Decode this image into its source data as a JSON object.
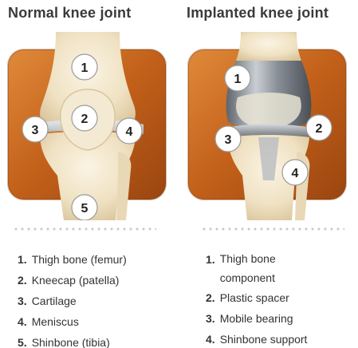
{
  "normal": {
    "title": "Normal knee joint",
    "markers": [
      "1",
      "2",
      "3",
      "4",
      "5"
    ],
    "items": [
      {
        "num": "1.",
        "label": "Thigh bone (femur)"
      },
      {
        "num": "2.",
        "label": "Kneecap (patella)"
      },
      {
        "num": "3.",
        "label": "Cartilage"
      },
      {
        "num": "4.",
        "label": "Meniscus"
      },
      {
        "num": "5.",
        "label": "Shinbone (tibia)"
      }
    ]
  },
  "implanted": {
    "title": "Implanted knee joint",
    "markers": [
      "1",
      "2",
      "3",
      "4"
    ],
    "items": [
      {
        "num": "1.",
        "label_line1": "Thigh bone",
        "label_line2": "component"
      },
      {
        "num": "2.",
        "label": "Plastic spacer"
      },
      {
        "num": "3.",
        "label": "Mobile bearing"
      },
      {
        "num": "4.",
        "label": "Shinbone support"
      }
    ]
  },
  "colors": {
    "panel_orange": "#c8661b",
    "bone": "#efe3c8",
    "metal": "#8a8f96"
  }
}
